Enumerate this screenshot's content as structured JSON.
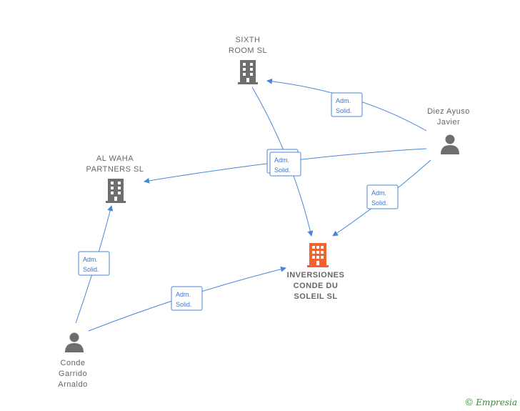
{
  "nodes": {
    "sixth": {
      "lines": [
        "SIXTH",
        "ROOM  SL"
      ],
      "kind": "company"
    },
    "alwaha": {
      "lines": [
        "AL WAHA",
        "PARTNERS  SL"
      ],
      "kind": "company"
    },
    "inversiones": {
      "lines": [
        "INVERSIONES",
        "CONDE DU",
        "SOLEIL  SL"
      ],
      "kind": "company-main"
    },
    "diez": {
      "lines": [
        "Diez Ayuso",
        "Javier"
      ],
      "kind": "person"
    },
    "conde": {
      "lines": [
        "Conde",
        "Garrido",
        "Arnaldo"
      ],
      "kind": "person"
    }
  },
  "edge_label": [
    "Adm.",
    "Solid."
  ],
  "colors": {
    "edge": "#4a86d8",
    "company": "#6e6e6e",
    "main": "#f2622e",
    "person": "#6e6e6e"
  },
  "footer": {
    "copyright": "©",
    "brand": "Empresia"
  }
}
